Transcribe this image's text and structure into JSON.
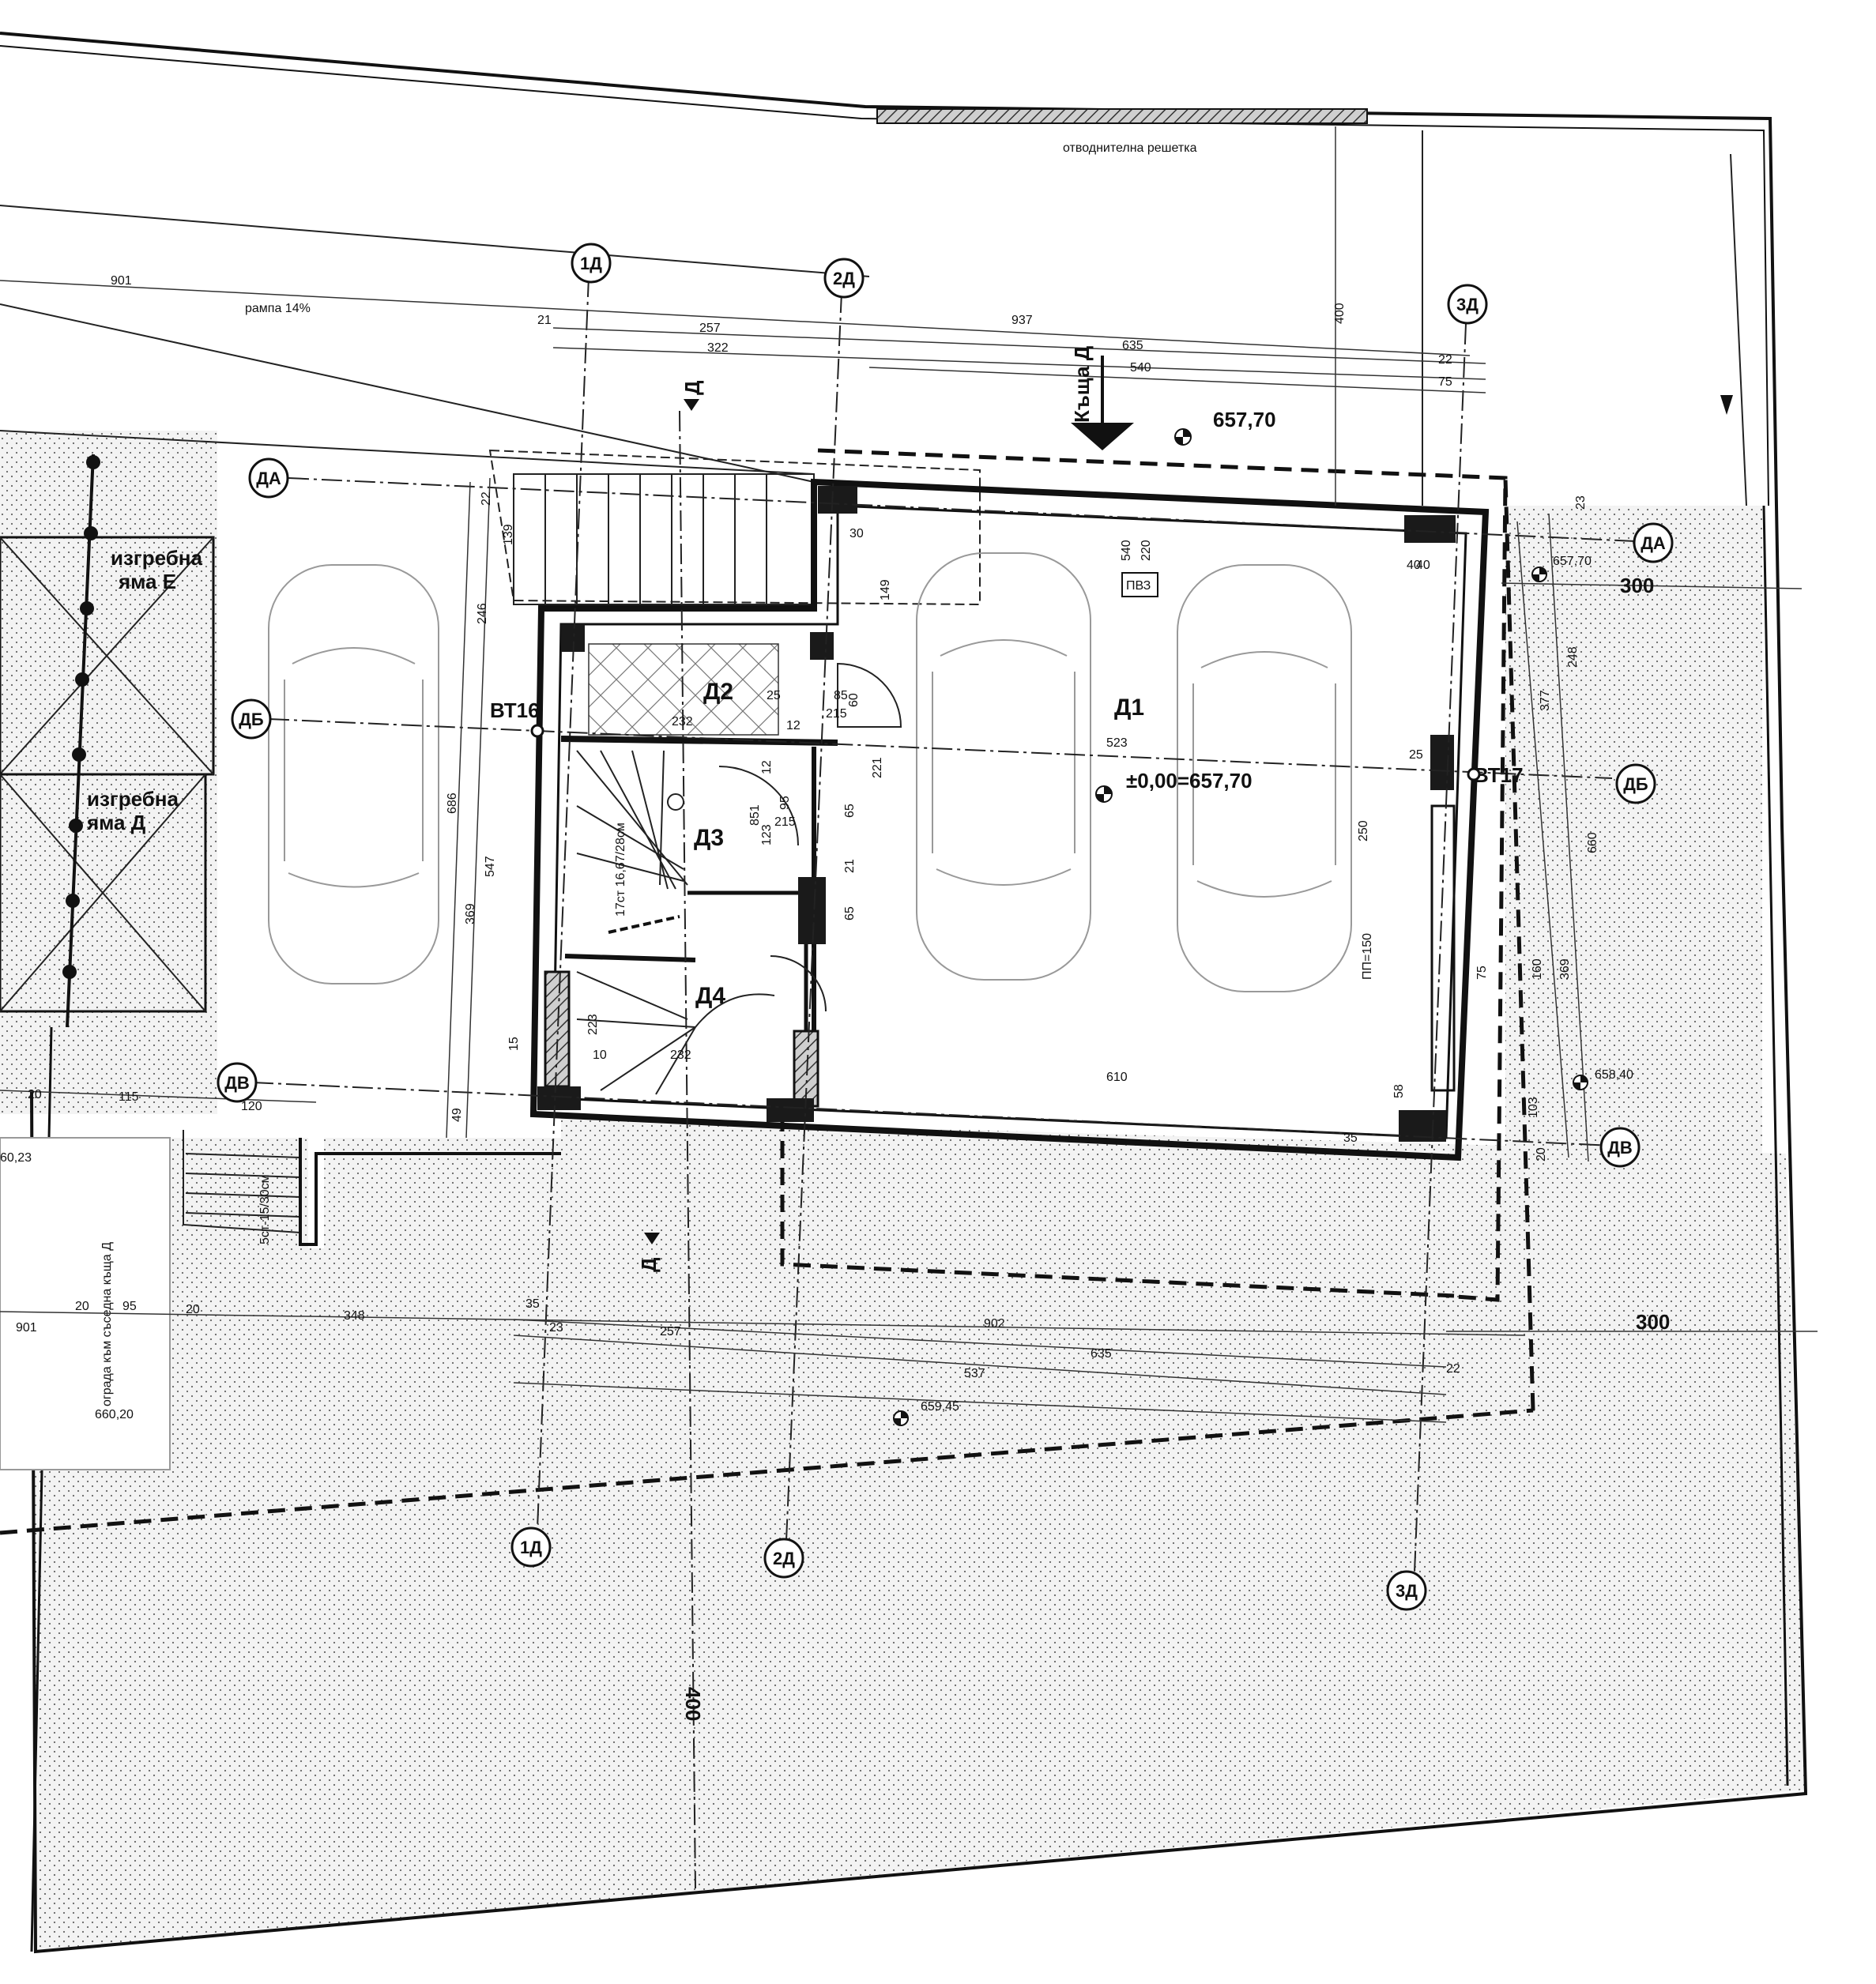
{
  "plan": {
    "drainage_grate": "отводнителна решетка",
    "ramp": "рампа 14%",
    "house_label": "Къща Д",
    "section_mark": "Д",
    "level_top": "657,70",
    "level_right": "657,70",
    "level_main": "±0,00=657,70",
    "level_lower_right": "658,40",
    "level_bottom": "659,45",
    "level_left": "660,20",
    "level_left_top": "60,23",
    "vt16": "ВТ16",
    "vt17": "ВТ17",
    "pit_e": [
      "изгребна",
      "яма Е"
    ],
    "pit_d": [
      "изгребна",
      "яма Д"
    ],
    "stair_note": "17ст 16,67/28см",
    "stair_note_2": "5ст-15/30см",
    "fence": "ограда към съседна къща Д",
    "pv": "ПВЗ",
    "pp": "ПП=150"
  },
  "rooms": [
    "Д1",
    "Д2",
    "Д3",
    "Д4"
  ],
  "axes": {
    "vertical": [
      "1Д",
      "2Д",
      "3Д"
    ],
    "horizontal": [
      "ДА",
      "ДБ",
      "ДВ"
    ]
  },
  "dimensions": {
    "top": [
      "901",
      "21",
      "257",
      "937",
      "322",
      "635",
      "22",
      "540",
      "75",
      "400"
    ],
    "left": [
      "22",
      "139",
      "246",
      "686",
      "547",
      "369",
      "49",
      "15"
    ],
    "right": [
      "23",
      "300",
      "377",
      "248",
      "660",
      "160",
      "369",
      "103",
      "75",
      "20"
    ],
    "bottom": [
      "20",
      "115",
      "120",
      "35",
      "20",
      "95",
      "20",
      "901",
      "348",
      "23",
      "257",
      "902",
      "635",
      "537",
      "22",
      "300",
      "400"
    ],
    "inner": [
      "30",
      "149",
      "540",
      "220",
      "40",
      "85",
      "60",
      "215",
      "232",
      "12",
      "25",
      "523",
      "221",
      "65",
      "21",
      "65",
      "12",
      "95",
      "215",
      "851",
      "123",
      "610",
      "58",
      "35",
      "25",
      "250",
      "232",
      "223",
      "10",
      "40"
    ]
  }
}
